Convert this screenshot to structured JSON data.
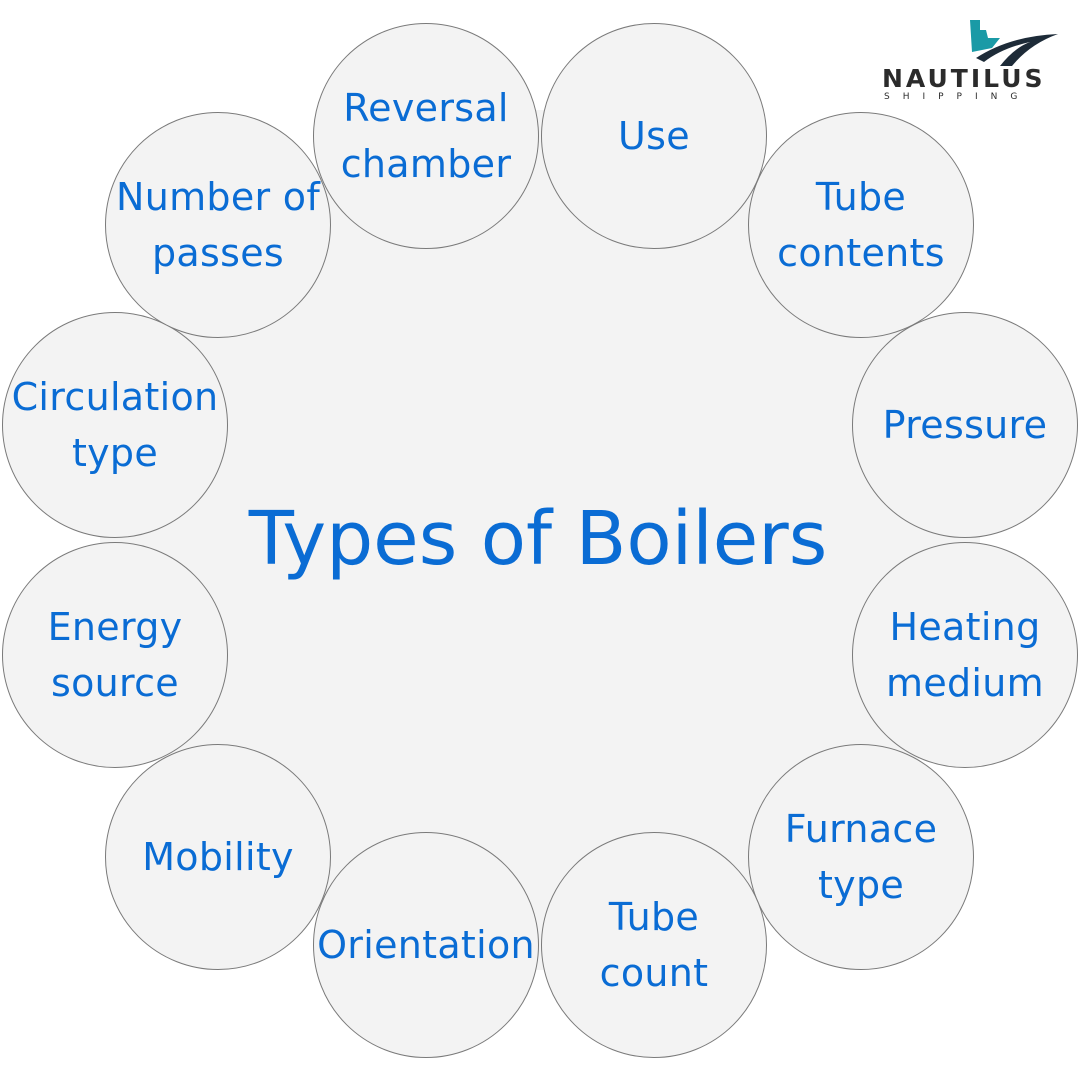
{
  "title": "Types of Boilers",
  "logo": {
    "name": "NAUTILUS",
    "subtitle": "SHIPPING",
    "colors": {
      "teal": "#1a9aa6",
      "navy": "#1d2b38",
      "text": "#2b2b2b"
    }
  },
  "colors": {
    "text_blue": "#0a6cd4",
    "node_fill": "#f3f3f3",
    "node_border": "#7a7a7a"
  },
  "nodes": [
    {
      "label": "Reversal\nchamber"
    },
    {
      "label": "Use"
    },
    {
      "label": "Tube\ncontents"
    },
    {
      "label": "Pressure"
    },
    {
      "label": "Heating\nmedium"
    },
    {
      "label": "Furnace\ntype"
    },
    {
      "label": "Tube\ncount"
    },
    {
      "label": "Orientation"
    },
    {
      "label": "Mobility"
    },
    {
      "label": "Energy\nsource"
    },
    {
      "label": "Circulation\ntype"
    },
    {
      "label": "Number of\npasses"
    }
  ]
}
